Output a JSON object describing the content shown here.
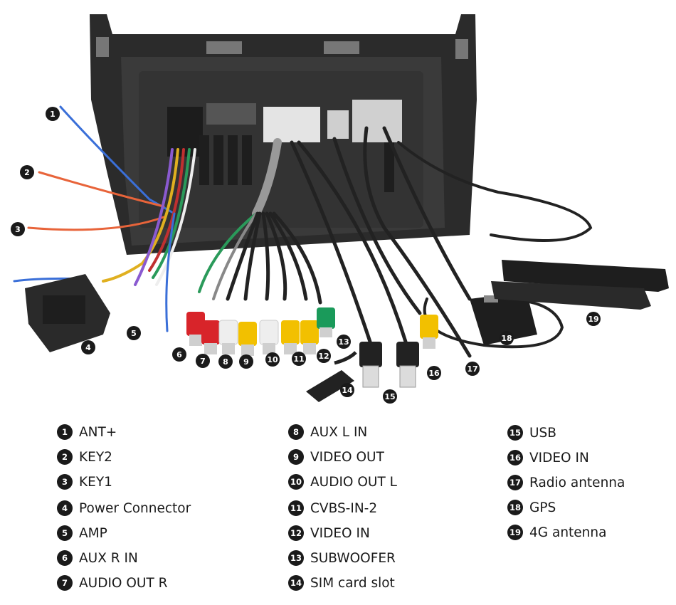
{
  "legend": {
    "items": [
      {
        "num": "1",
        "label": "ANT+"
      },
      {
        "num": "2",
        "label": "KEY2"
      },
      {
        "num": "3",
        "label": "KEY1"
      },
      {
        "num": "4",
        "label": "Power Connector"
      },
      {
        "num": "5",
        "label": "AMP"
      },
      {
        "num": "6",
        "label": "AUX R IN"
      },
      {
        "num": "7",
        "label": "AUDIO OUT R"
      },
      {
        "num": "8",
        "label": "AUX L IN"
      },
      {
        "num": "9",
        "label": "VIDEO OUT"
      },
      {
        "num": "10",
        "label": "AUDIO OUT L"
      },
      {
        "num": "11",
        "label": "CVBS-IN-2"
      },
      {
        "num": "12",
        "label": "VIDEO IN"
      },
      {
        "num": "13",
        "label": "SUBWOOFER"
      },
      {
        "num": "14",
        "label": "SIM card slot"
      },
      {
        "num": "15",
        "label": "USB"
      },
      {
        "num": "16",
        "label": "VIDEO IN"
      },
      {
        "num": "17",
        "label": "Radio antenna"
      },
      {
        "num": "18",
        "label": "GPS"
      },
      {
        "num": "19",
        "label": "4G antenna"
      }
    ]
  },
  "colors": {
    "badge": "#1a1a1a",
    "unit_body": "#2b2b2b",
    "rca_red": "#d8242a",
    "rca_white": "#eeeeee",
    "rca_yellow": "#f2c000",
    "rca_green": "#1a9a5a",
    "wire_blue": "#3a6fd8",
    "wire_orange": "#e8643a"
  },
  "icons": {
    "gps_module": "gps-module-icon",
    "usb_plug": "usb-plug-icon",
    "rca_plug": "rca-plug-icon",
    "antenna": "antenna-bar-icon"
  }
}
